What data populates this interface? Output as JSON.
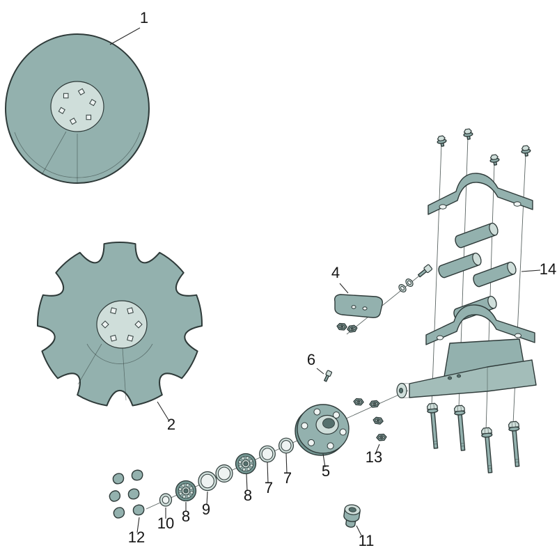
{
  "diagram": {
    "kind": "exploded-parts-diagram",
    "labels": {
      "n1": "1",
      "n2": "2",
      "n4": "4",
      "n5": "5",
      "n6": "6",
      "n7a": "7",
      "n7b": "7",
      "n8a": "8",
      "n8b": "8",
      "n9": "9",
      "n10": "10",
      "n11": "11",
      "n12": "12",
      "n13": "13",
      "n14": "14"
    },
    "colors": {
      "part_fill": "#93b1ae",
      "part_mid": "#a3bdb9",
      "part_light": "#cfdeda",
      "part_dark": "#739692",
      "outline": "#2e3a39",
      "thin_line": "#5a6462",
      "label": "#151515",
      "hole": "#eef3f2",
      "background": "#ffffff"
    }
  }
}
